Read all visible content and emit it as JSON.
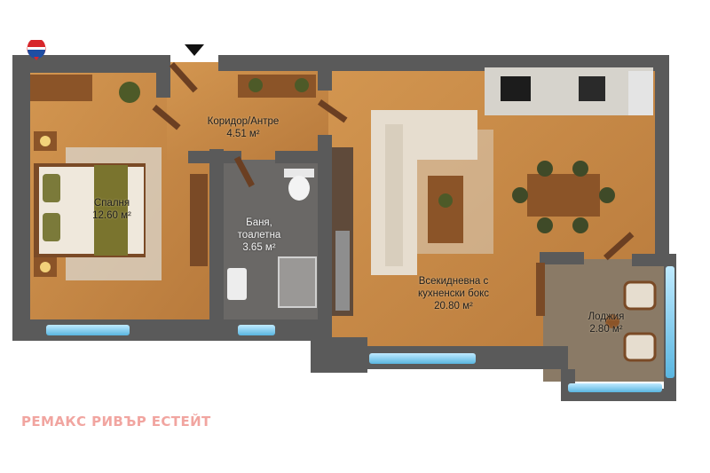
{
  "rooms": {
    "corridor": {
      "name": "Коридор/Антре",
      "area": "4.51 м²"
    },
    "bedroom": {
      "name": "Спалня",
      "area": "12.60 м²"
    },
    "bathroom": {
      "name_line1": "Баня,",
      "name_line2": "тоалетна",
      "area": "3.65 м²"
    },
    "living": {
      "name_line1": "Всекидневна с",
      "name_line2": "кухненски бокс",
      "area": "20.80 м²"
    },
    "loggia": {
      "name": "Лоджия",
      "area": "2.80 м²"
    }
  },
  "brand": {
    "text": "РЕМАКС РИВЪР ЕСТЕЙТ",
    "color": "#f1a5a0"
  },
  "icons": {
    "logo": "remax-balloon-logo",
    "entry": "entrance-arrow-icon"
  },
  "colors": {
    "floor": "#c98a48",
    "wall": "#5a5a5a",
    "window": "#8fd3f0",
    "sofa": "#e6ddcf",
    "olive": "#6f6a2a"
  }
}
